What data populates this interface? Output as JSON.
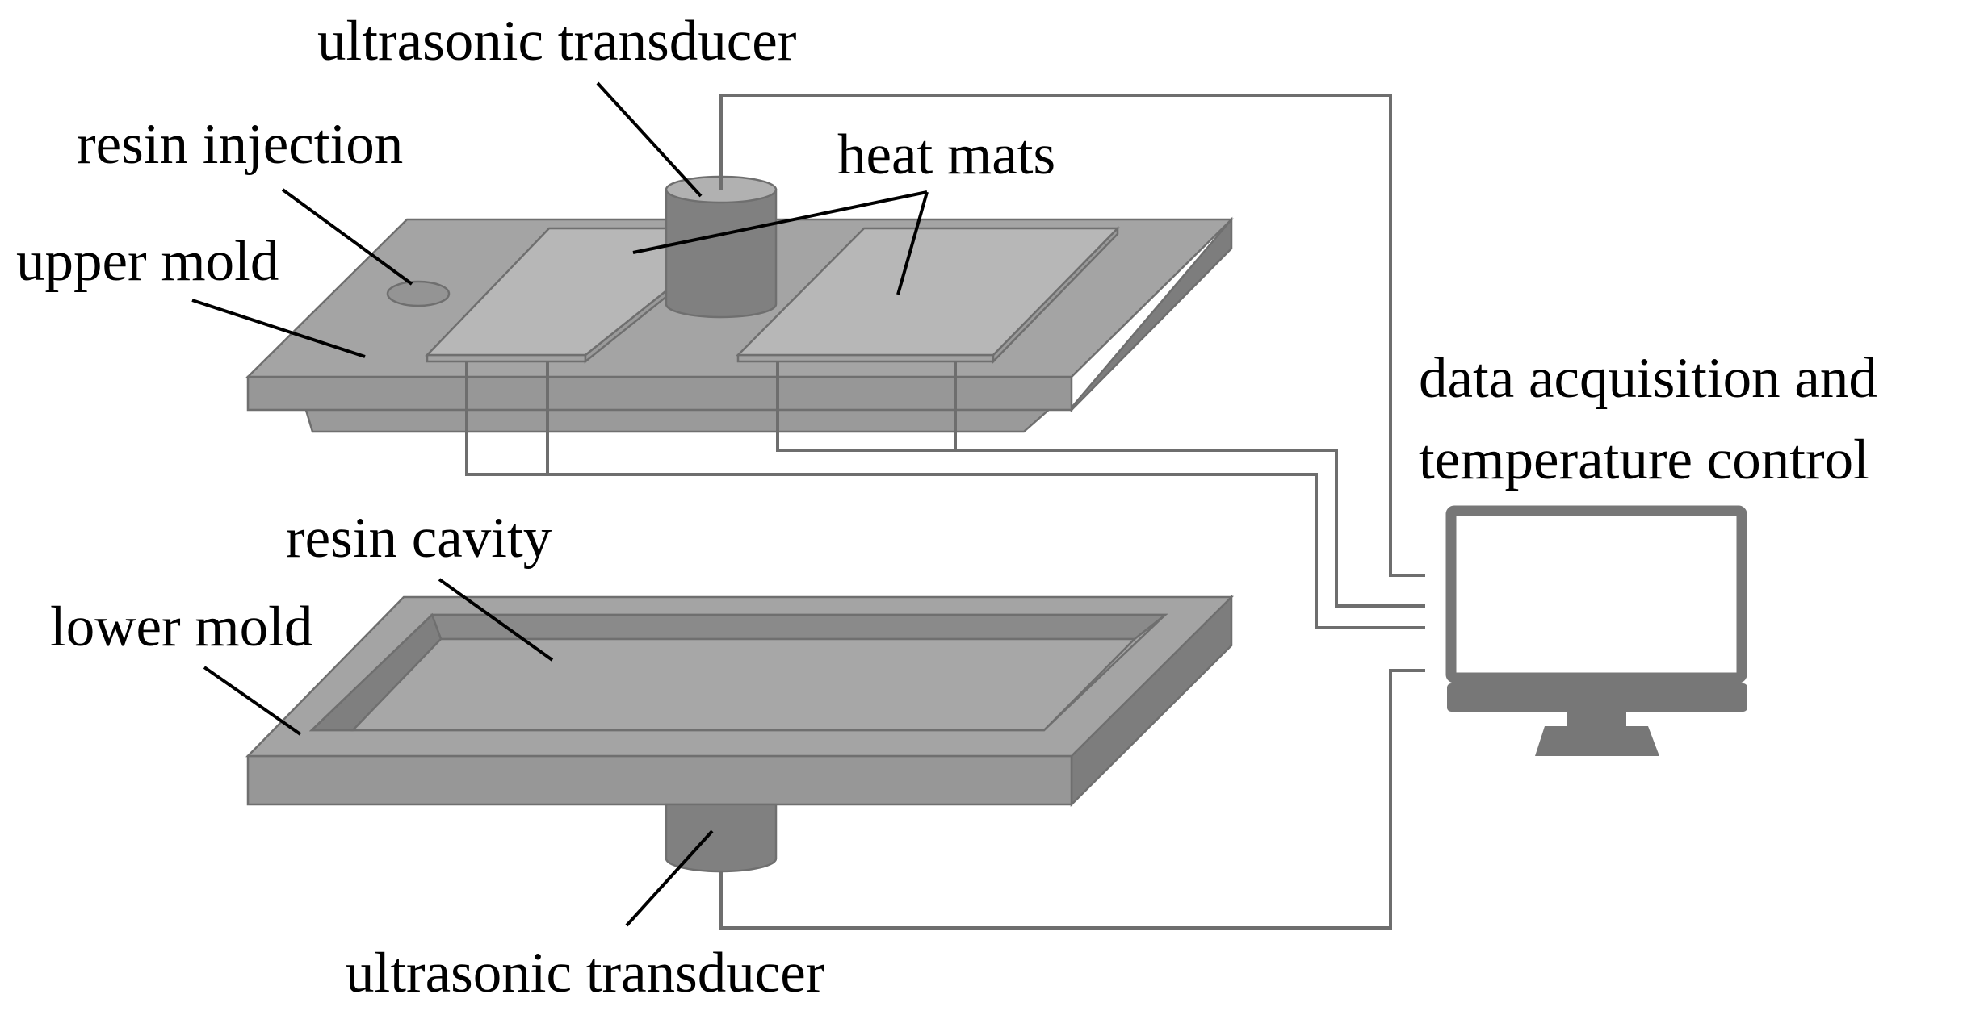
{
  "labels": {
    "transducer_top": "ultrasonic transducer",
    "resin_injection": "resin injection",
    "heat_mats": "heat mats",
    "upper_mold": "upper mold",
    "daq_line1": "data acquisition and",
    "daq_line2": "temperature control",
    "resin_cavity": "resin cavity",
    "lower_mold": "lower mold",
    "transducer_bottom": "ultrasonic transducer"
  },
  "colors": {
    "mold_top": "#a4a4a4",
    "mold_front": "#979797",
    "mold_side": "#7d7d7d",
    "heat_mat": "#b7b7b7",
    "cavity_floor": "#a7a7a7",
    "cavity_wall": "#7f7f7f",
    "transducer_body": "#808080",
    "transducer_top": "#b1b1b1",
    "wire": "#6e6e6e",
    "monitor": "#777777",
    "text": "#000000"
  },
  "icons": {
    "monitor": "computer-monitor-icon"
  }
}
